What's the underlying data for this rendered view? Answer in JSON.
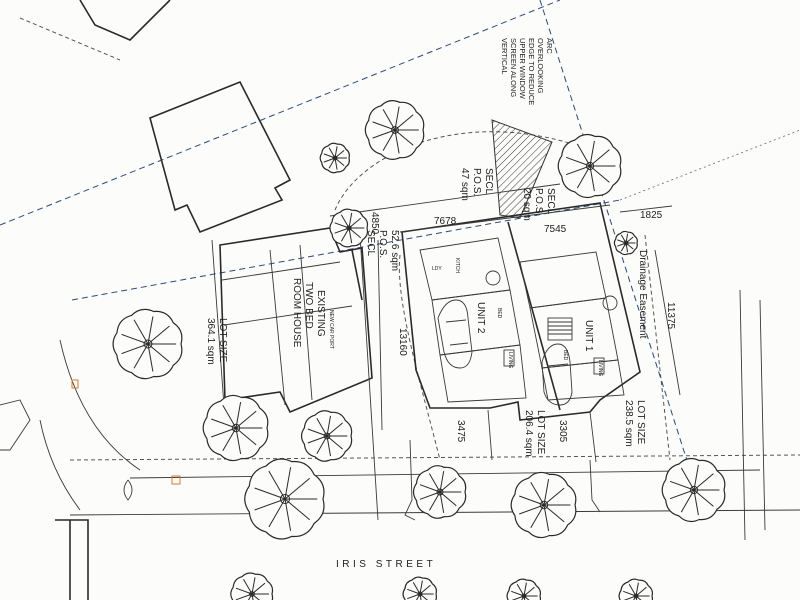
{
  "labels": {
    "screen_note": [
      "VERTICAL",
      "SCREEN ALONG",
      "UPPER WINDOW",
      "EDGE TO REDUCE",
      "OVERLOOKING",
      "ARC"
    ],
    "pos_west": [
      "SECL",
      "P.O.S.",
      "47 sqm"
    ],
    "pos_east": [
      "SECL",
      "P.O.S.",
      "20 sqm"
    ],
    "pos_existing": [
      "SECL",
      "P.O.S.",
      "52.6 sqm"
    ],
    "existing_house": [
      "EXISTING",
      "TWO BED",
      "ROOM HOUSE"
    ],
    "lot_existing": [
      "LOT SIZE",
      "364.1 sqm"
    ],
    "lot_unit2": [
      "LOT SIZE",
      "206.4 sqm"
    ],
    "lot_unit1": [
      "LOT SIZE",
      "238.5 sqm"
    ],
    "unit_1": "UNIT 1",
    "unit_2": "UNIT 2",
    "drainage": "Drainage Easement",
    "new_carport": "NEW CAR PORT",
    "street": "IRIS STREET",
    "room_tags": [
      "LDY",
      "KITCH",
      "BED",
      "BED",
      "LIVING",
      "LIVING"
    ],
    "dims": {
      "d4850": "4850",
      "d7678": "7678",
      "d7545": "7545",
      "d1825": "1825",
      "d13160": "13160",
      "d11375": "11375",
      "d3475": "3475",
      "d3305": "3305"
    }
  }
}
